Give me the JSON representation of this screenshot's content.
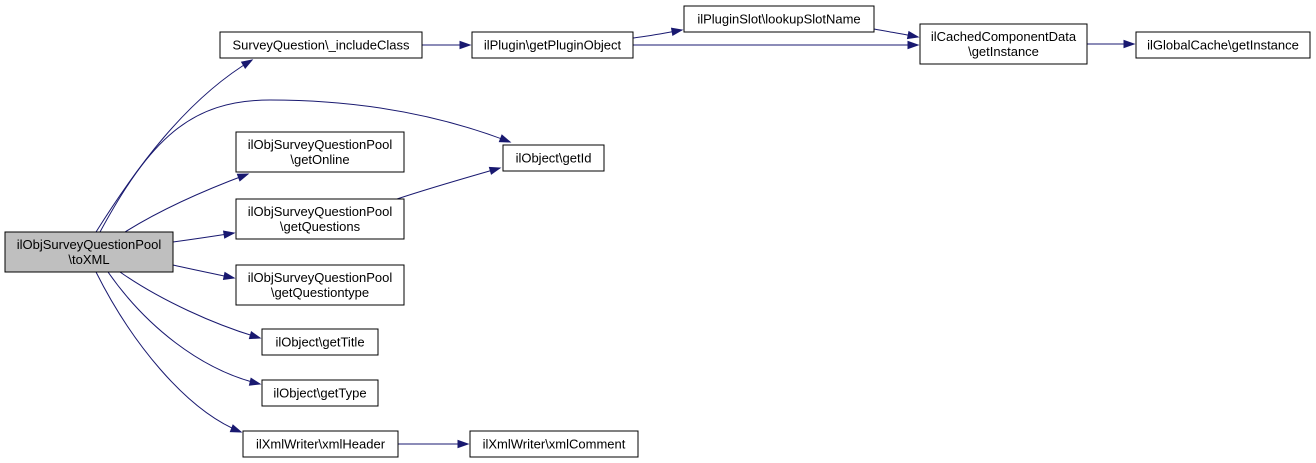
{
  "colors": {
    "edge": "#191970",
    "node_fill": "#ffffff",
    "root_fill": "#bfbfbf",
    "node_border": "#000000"
  },
  "nodes": [
    {
      "id": "toxml",
      "lines": [
        "ilObjSurveyQuestionPool",
        "\\toXML"
      ],
      "root": true
    },
    {
      "id": "include_class",
      "lines": [
        "SurveyQuestion\\_includeClass"
      ]
    },
    {
      "id": "get_plugin_object",
      "lines": [
        "ilPlugin\\getPluginObject"
      ]
    },
    {
      "id": "lookup_slot_name",
      "lines": [
        "ilPluginSlot\\lookupSlotName"
      ]
    },
    {
      "id": "cached_get_instance",
      "lines": [
        "ilCachedComponentData",
        "\\getInstance"
      ]
    },
    {
      "id": "global_cache_get_instance",
      "lines": [
        "ilGlobalCache\\getInstance"
      ]
    },
    {
      "id": "get_online",
      "lines": [
        "ilObjSurveyQuestionPool",
        "\\getOnline"
      ]
    },
    {
      "id": "get_id",
      "lines": [
        "ilObject\\getId"
      ]
    },
    {
      "id": "get_questions",
      "lines": [
        "ilObjSurveyQuestionPool",
        "\\getQuestions"
      ]
    },
    {
      "id": "get_questiontype",
      "lines": [
        "ilObjSurveyQuestionPool",
        "\\getQuestiontype"
      ]
    },
    {
      "id": "get_title",
      "lines": [
        "ilObject\\getTitle"
      ]
    },
    {
      "id": "get_type",
      "lines": [
        "ilObject\\getType"
      ]
    },
    {
      "id": "xml_header",
      "lines": [
        "ilXmlWriter\\xmlHeader"
      ]
    },
    {
      "id": "xml_comment",
      "lines": [
        "ilXmlWriter\\xmlComment"
      ]
    }
  ],
  "edges": [
    {
      "from": "toxml",
      "to": "include_class"
    },
    {
      "from": "toxml",
      "to": "get_id"
    },
    {
      "from": "toxml",
      "to": "get_online"
    },
    {
      "from": "toxml",
      "to": "get_questions"
    },
    {
      "from": "toxml",
      "to": "get_questiontype"
    },
    {
      "from": "toxml",
      "to": "get_title"
    },
    {
      "from": "toxml",
      "to": "get_type"
    },
    {
      "from": "toxml",
      "to": "xml_header"
    },
    {
      "from": "include_class",
      "to": "get_plugin_object"
    },
    {
      "from": "get_plugin_object",
      "to": "lookup_slot_name"
    },
    {
      "from": "get_plugin_object",
      "to": "cached_get_instance"
    },
    {
      "from": "lookup_slot_name",
      "to": "cached_get_instance"
    },
    {
      "from": "cached_get_instance",
      "to": "global_cache_get_instance"
    },
    {
      "from": "get_questions",
      "to": "get_id"
    },
    {
      "from": "xml_header",
      "to": "xml_comment"
    }
  ]
}
